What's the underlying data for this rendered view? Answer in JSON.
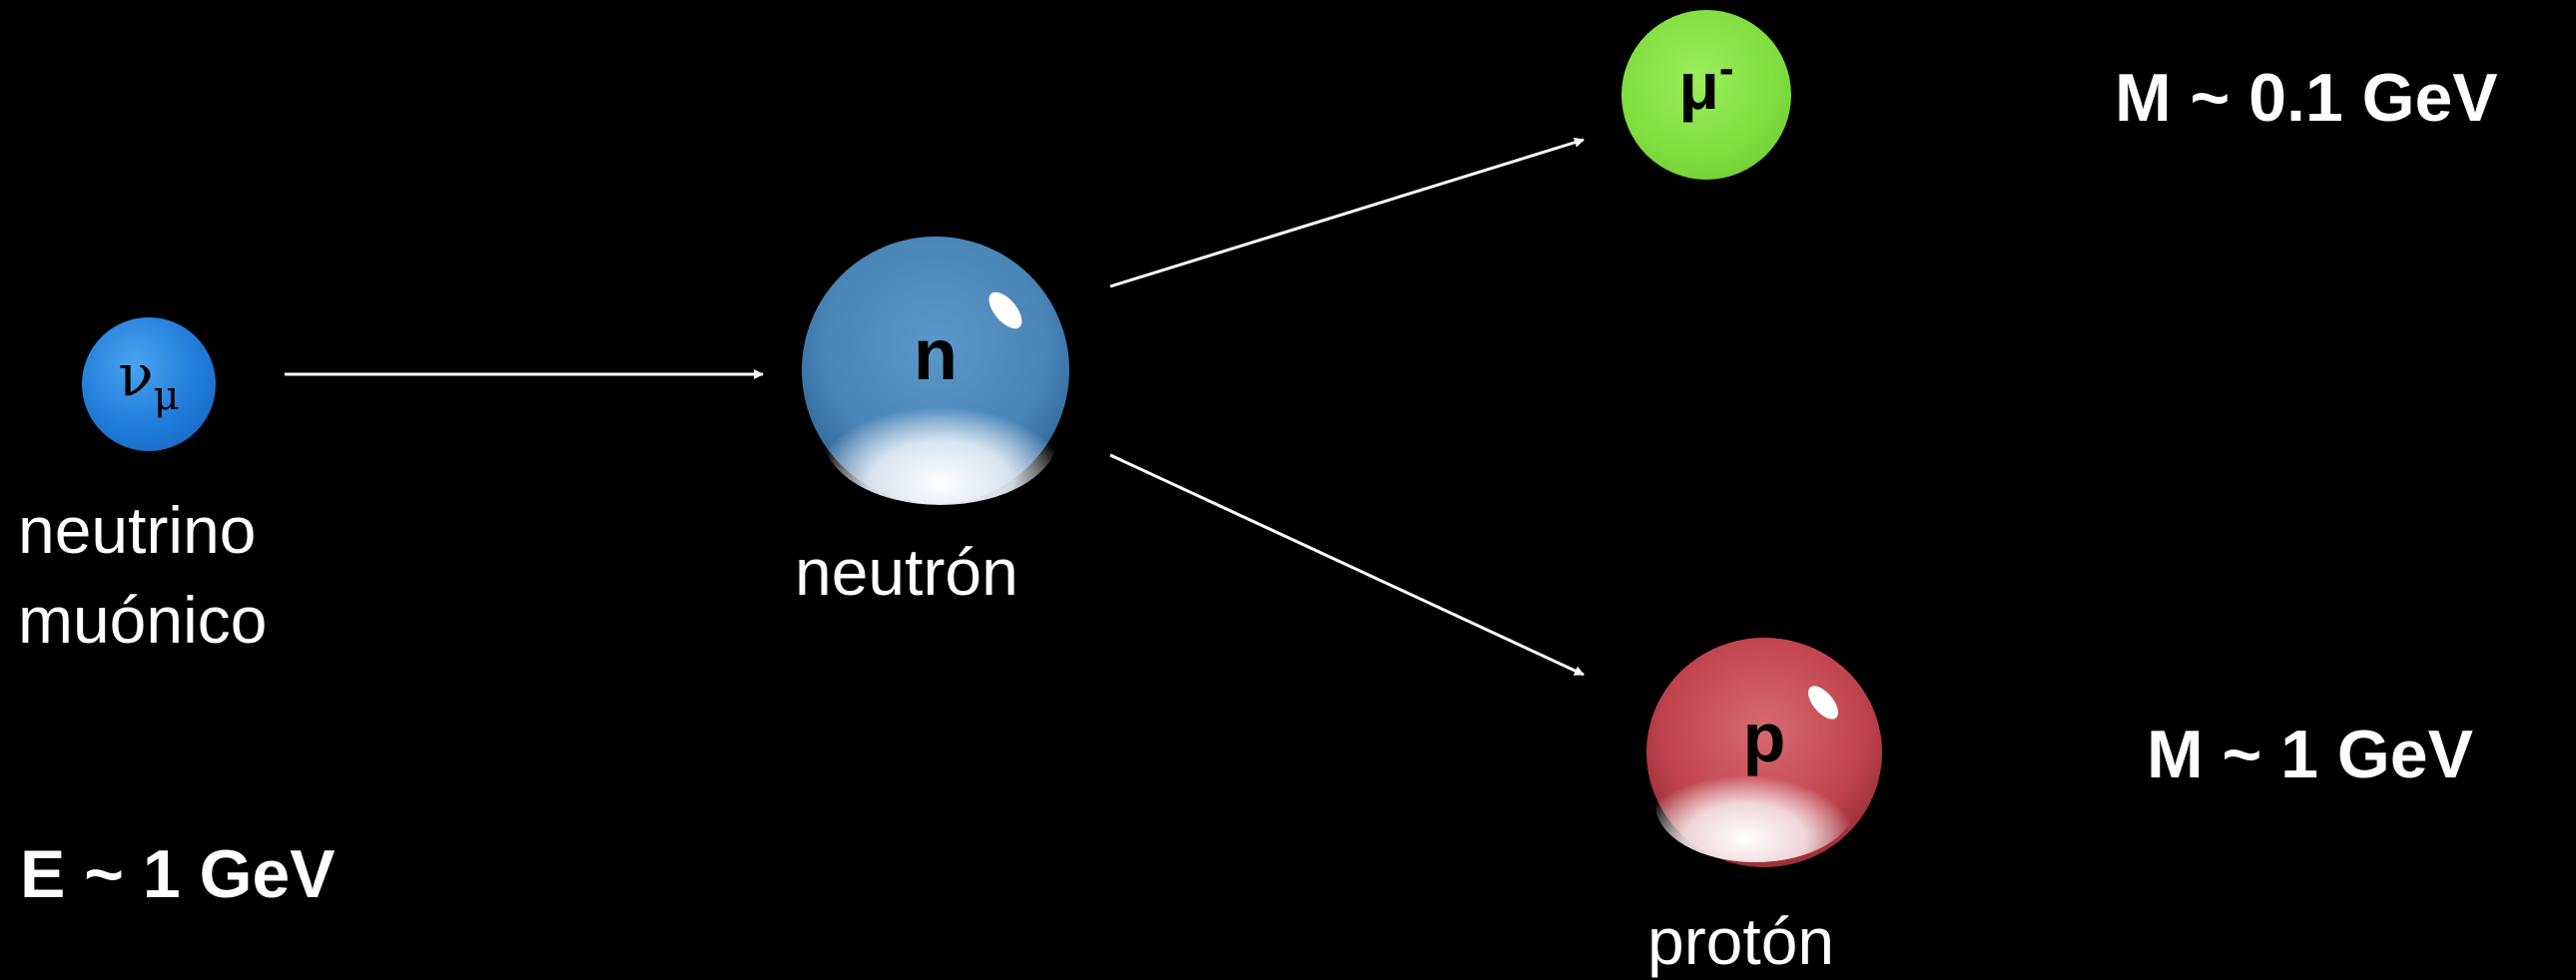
{
  "colors": {
    "background": "#000000",
    "neutrino": "#1f7bd8",
    "neutron": "#4a85b8",
    "muon": "#7fdc3e",
    "proton": "#c0444e",
    "arrow": "#ffffff",
    "text": "#ffffff"
  },
  "particles": {
    "neutrino": {
      "symbol": "ν",
      "subscript": "μ",
      "label_line1": "neutrino",
      "label_line2": "muónico"
    },
    "neutron": {
      "symbol": "n",
      "label": "neutrón"
    },
    "muon": {
      "symbol": "μ",
      "superscript": "-"
    },
    "proton": {
      "symbol": "p",
      "label": "protón"
    }
  },
  "annotations": {
    "energy": "E ~ 1 GeV",
    "muon_mass": "M ~ 0.1 GeV",
    "proton_mass": "M ~ 1 GeV"
  }
}
